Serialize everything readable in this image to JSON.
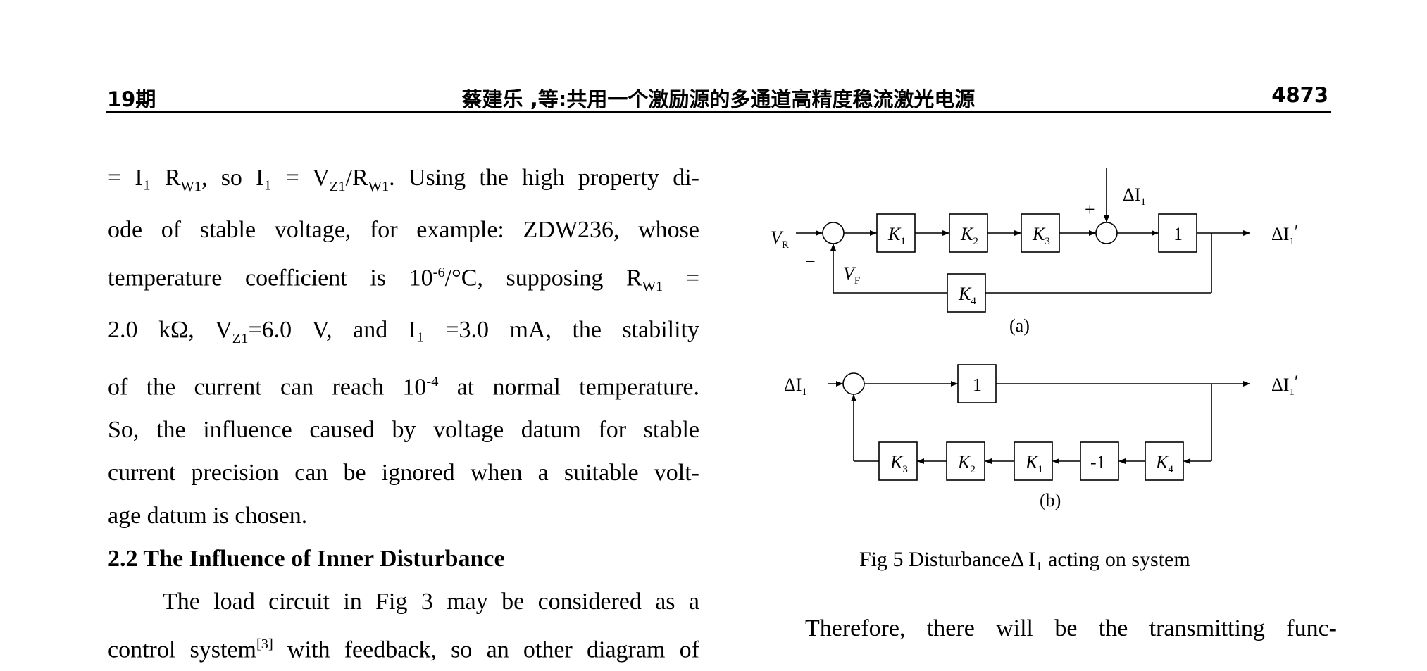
{
  "header": {
    "issue": "19期",
    "title": "蔡建乐 ,等:共用一个激励源的多通道高精度稳流激光电源",
    "page_number": "4873"
  },
  "left_column": {
    "lines": [
      "= I₁ R",
      "W1",
      ", so I₁ = V",
      "Z1",
      "/R",
      "W1",
      ". Using the high property di-"
    ],
    "para1_rest": [
      "ode of stable voltage, for example: ZDW236, whose",
      "temperature coefficient is 10",
      "-6",
      "/°C, supposing R",
      "W1",
      "=",
      "2.0 kΩ, V",
      "Z1",
      "=6.0 V, and I₁ =3.0 mA, the stability",
      "of the current can reach 10",
      "-4",
      " at normal temperature.",
      "So, the influence caused by voltage datum for stable",
      "current precision can be ignored when a suitable volt-",
      "age datum is chosen."
    ],
    "section_heading": "2.2   The Influence of Inner Disturbance",
    "para2": [
      "The load circuit in Fig 3 may be considered as a",
      "control system",
      "[3]",
      " with feedback, so an other diagram of"
    ]
  },
  "figure": {
    "a": {
      "input": "V",
      "input_sub": "R",
      "feedback": "V",
      "feedback_sub": "F",
      "minus": "−",
      "plus": "+",
      "disturbance": "ΔI",
      "disturbance_sub": "1",
      "blocks": [
        "K",
        "K",
        "K",
        "1",
        "K"
      ],
      "block_subs": [
        "1",
        "2",
        "3",
        "",
        "4"
      ],
      "output": "ΔI",
      "output_sub": "1",
      "output_prime": "′",
      "label": "(a)"
    },
    "b": {
      "input": "ΔI",
      "input_sub": "1",
      "forward_block": "1",
      "feedback_blocks": [
        "K",
        "K",
        "K",
        "-1",
        "K"
      ],
      "feedback_subs": [
        "3",
        "2",
        "1",
        "",
        "4"
      ],
      "output": "ΔI",
      "output_sub": "1",
      "output_prime": "′",
      "label": "(b)"
    },
    "caption": "Fig 5   DisturbanceΔ I₁ acting on system"
  },
  "right_column": {
    "text": "Therefore, there will be the transmitting func-"
  }
}
